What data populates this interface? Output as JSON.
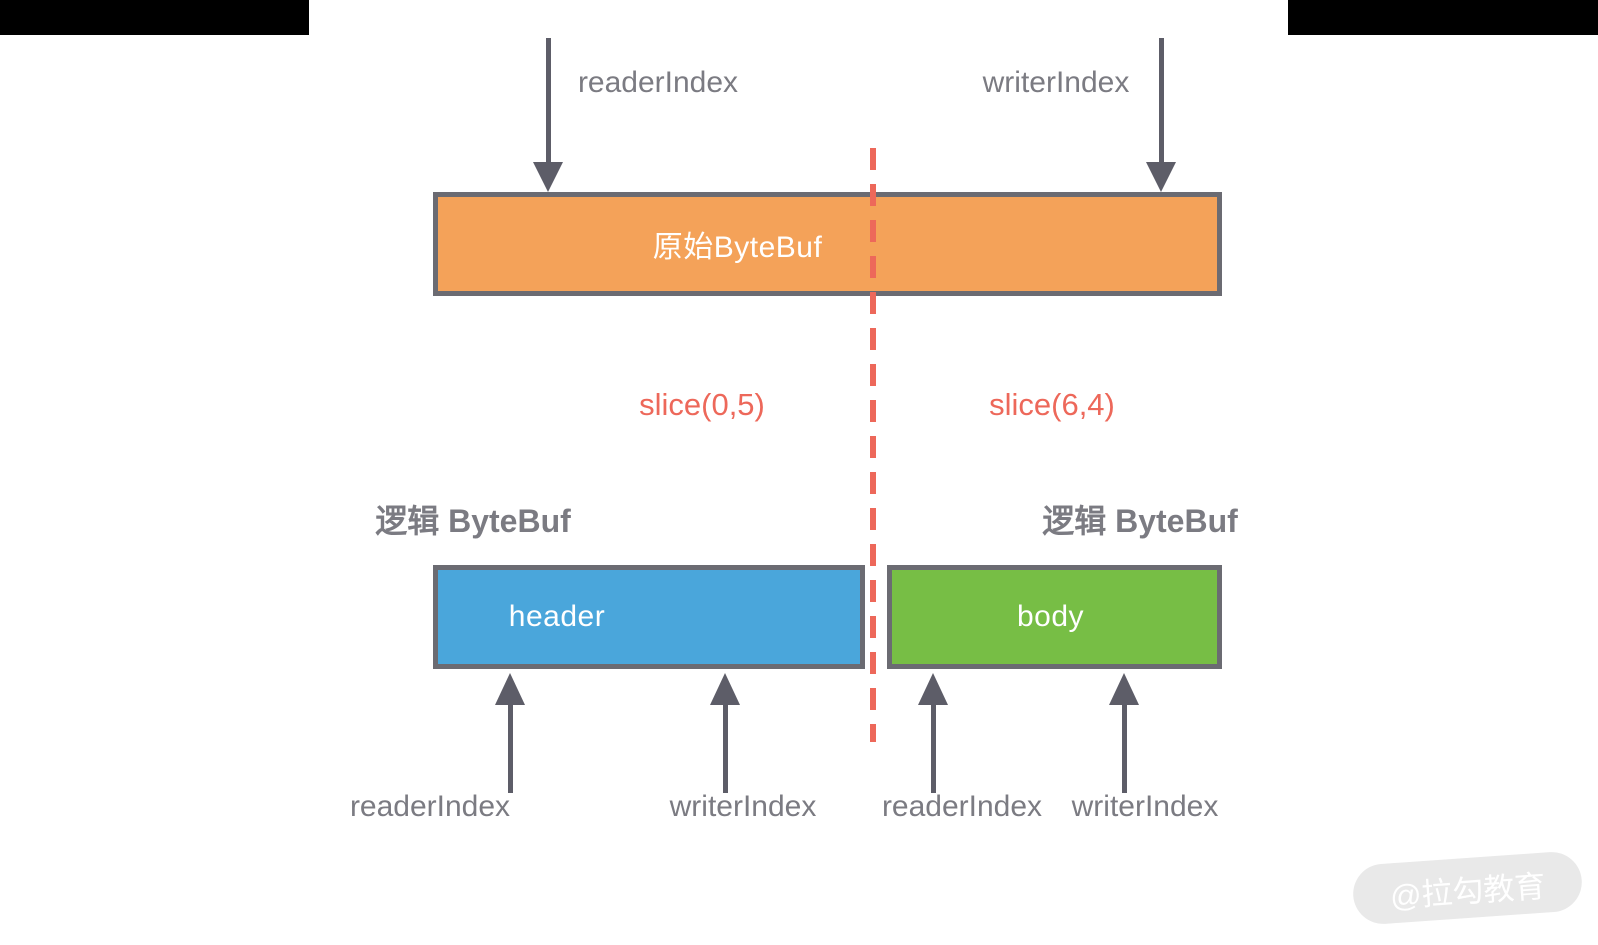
{
  "original_buffer": {
    "label": "原始ByteBuf",
    "reader_index": "readerIndex",
    "writer_index": "writerIndex"
  },
  "slice_calls": {
    "left": "slice(0,5)",
    "right": "slice(6,4)"
  },
  "logical_buffers": {
    "header": {
      "title": "逻辑 ByteBuf",
      "label": "header",
      "reader_index": "readerIndex",
      "writer_index": "writerIndex"
    },
    "body": {
      "title": "逻辑 ByteBuf",
      "label": "body",
      "reader_index": "readerIndex",
      "writer_index": "writerIndex"
    }
  },
  "watermark": {
    "text": "@拉勾教育"
  },
  "colors": {
    "original_fill": "#F4A259",
    "header_fill": "#4AA6DB",
    "body_fill": "#77BE45",
    "box_border": "#6B6B72",
    "arrow_color": "#5D5D68",
    "text_gray": "#7B7B82",
    "slice_accent": "#ED685A",
    "watermark_bg": "#E9E9E9"
  }
}
